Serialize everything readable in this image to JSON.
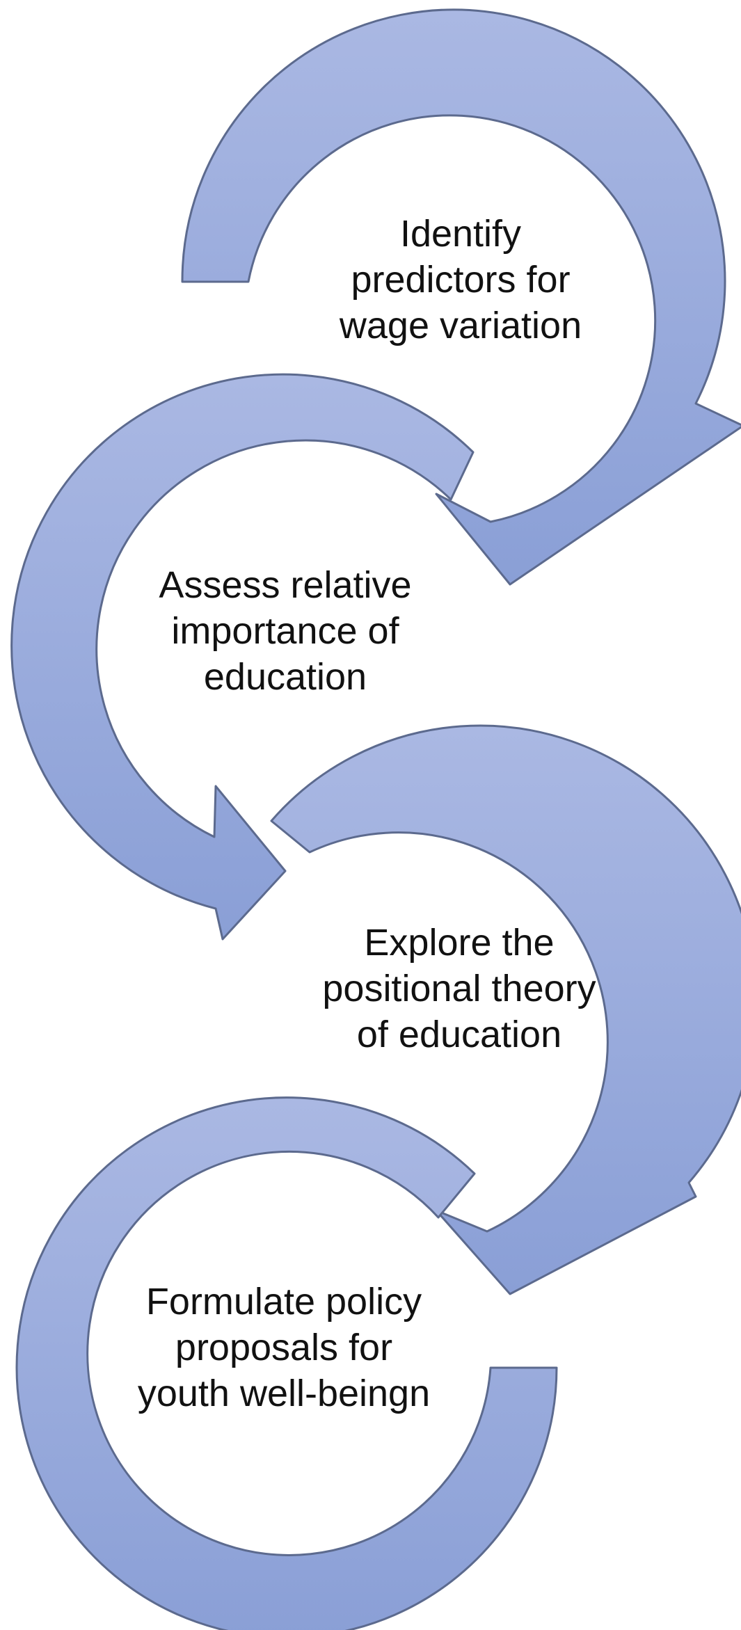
{
  "colors": {
    "arrow_light": "#aab8e3",
    "arrow_dark": "#8a9fd6",
    "arrow_outline": "#5c6a8e",
    "text": "#111111",
    "background": "#ffffff"
  },
  "steps": [
    {
      "lines": [
        "Identify",
        "predictors for",
        "wage variation"
      ]
    },
    {
      "lines": [
        "Assess relative",
        "importance of",
        "education"
      ]
    },
    {
      "lines": [
        "Explore the",
        "positional theory",
        "of education"
      ]
    },
    {
      "lines": [
        "Formulate policy",
        "proposals for",
        "youth well-beingn"
      ]
    }
  ]
}
